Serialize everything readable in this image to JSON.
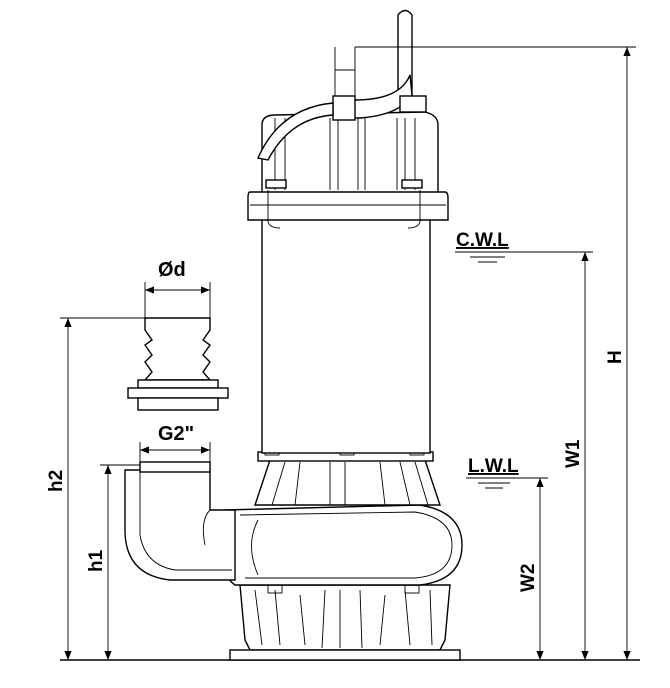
{
  "labels": {
    "diameter": "Ød",
    "thread": "G2\"",
    "h2": "h2",
    "h1": "h1",
    "cwl": "C.W.L",
    "lwl": "L.W.L",
    "height": "H",
    "w1": "W1",
    "w2": "W2"
  }
}
